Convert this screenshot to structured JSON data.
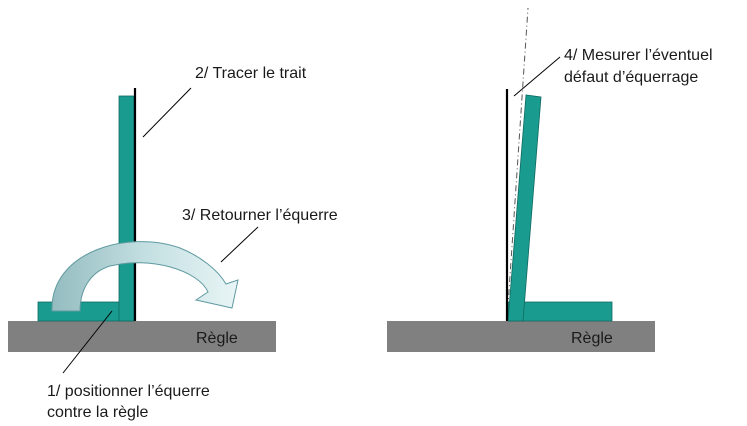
{
  "left_panel": {
    "ruler_label": "Règle",
    "step1": [
      "1/ positionner l’équerre",
      "contre la règle"
    ],
    "step2": "2/ Tracer le trait",
    "step3": "3/ Retourner l’équerre"
  },
  "right_panel": {
    "ruler_label": "Règle",
    "step4": [
      "4/ Mesurer l’éventuel",
      "défaut d’équerrage"
    ]
  },
  "colors": {
    "ruler": "#808080",
    "square": "#1a9b8f",
    "square_stroke": "#0f6a61",
    "arrow_fill": "#a9cdd0",
    "arrow_stroke": "#5f9aa0",
    "line": "#000000"
  }
}
